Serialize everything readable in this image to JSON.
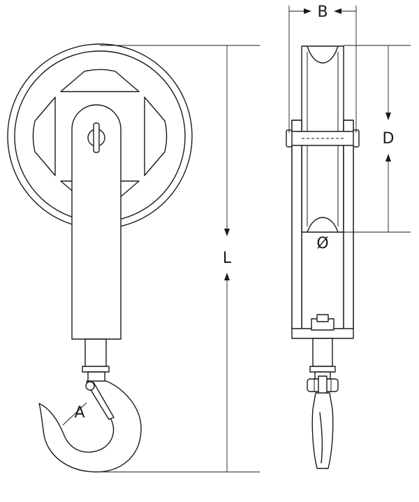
{
  "labels": {
    "width": "B",
    "diameter_dimension": "D",
    "length": "L",
    "hook_opening": "A",
    "diameter_symbol": "Ø"
  },
  "colors": {
    "line": "#1a1a1a",
    "background": "#ffffff"
  }
}
